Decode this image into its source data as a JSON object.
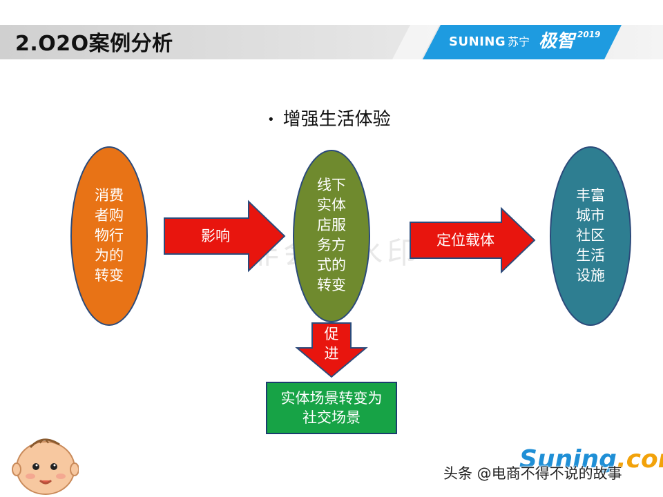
{
  "header": {
    "title": "2.O2O案例分析",
    "brand": "SUNING",
    "brand_cn": "苏宁",
    "event_logo": "极智",
    "event_year": "2019"
  },
  "bullet": "增强生活体验",
  "flow": {
    "left_oval": "消费\n者购\n物行\n为的\n转变",
    "arrow_1": "影响",
    "center_oval": "线下\n实体\n店服\n务方\n式的\n转变",
    "arrow_2": "定位载体",
    "right_oval": "丰富\n城市\n社区\n生活\n设施",
    "arrow_down": "促\n进",
    "result": "实体场景转变为\n社交场景"
  },
  "watermark": "非会员水印",
  "footer": {
    "logo_main": "Suning",
    "logo_suffix": ".com",
    "credit": "头条 @电商不得不说的故事"
  },
  "colors": {
    "left_oval": "#e87316",
    "center_oval": "#6f8a2e",
    "right_oval": "#2e7e91",
    "arrow": "#e8150e",
    "result_box": "#17a346",
    "brand_band": "#1e9be0"
  }
}
